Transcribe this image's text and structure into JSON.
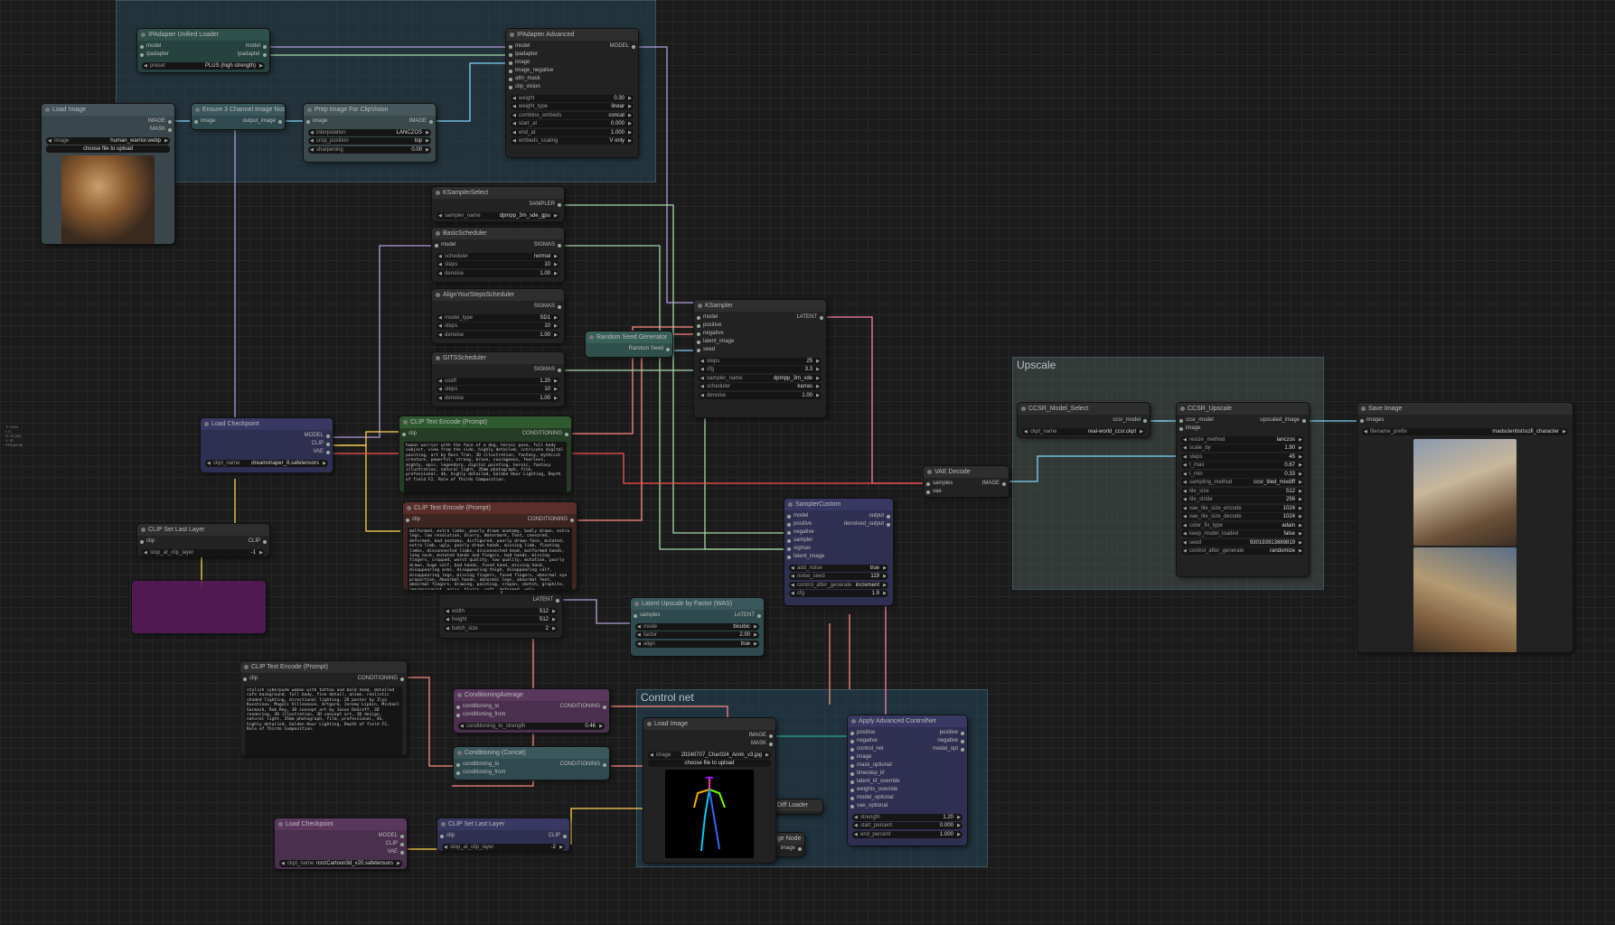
{
  "hud": [
    "T: 0.00s",
    "I: 0",
    "N: 33 [33]",
    "V: 97",
    "FPS:62.50"
  ],
  "groups": {
    "upscale": "Upscale",
    "controlnet": "Control net"
  },
  "nodes": {
    "ipadapter_loader": {
      "title": "IPAdapter Unified Loader",
      "in": [
        "model",
        "ipadapter"
      ],
      "out": [
        "model",
        "ipadapter"
      ],
      "preset_label": "preset",
      "preset": "PLUS (high strength)"
    },
    "ipadapter_adv": {
      "title": "IPAdapter Advanced",
      "in": [
        "model",
        "ipadapter",
        "image",
        "image_negative",
        "attn_mask",
        "clip_vision"
      ],
      "out": [
        "MODEL"
      ],
      "widgets": [
        {
          "k": "weight",
          "v": "0.30"
        },
        {
          "k": "weight_type",
          "v": "linear"
        },
        {
          "k": "combine_embeds",
          "v": "concat"
        },
        {
          "k": "start_at",
          "v": "0.000"
        },
        {
          "k": "end_at",
          "v": "1.000"
        },
        {
          "k": "embeds_scaling",
          "v": "V only"
        }
      ]
    },
    "load_image": {
      "title": "Load Image",
      "out": [
        "IMAGE",
        "MASK"
      ],
      "image_label": "image",
      "image": "human_warrior.webp",
      "upload": "choose file to upload"
    },
    "ensure3": {
      "title": "Ensure 3 Channel Image Node",
      "in": [
        "image"
      ],
      "out": [
        "output_image"
      ]
    },
    "prep_clip": {
      "title": "Prep Image For ClipVision",
      "in": [
        "image"
      ],
      "out": [
        "IMAGE"
      ],
      "widgets": [
        {
          "k": "interpolation",
          "v": "LANCZOS"
        },
        {
          "k": "crop_position",
          "v": "top"
        },
        {
          "k": "sharpening",
          "v": "0.00"
        }
      ]
    },
    "ksampler_select": {
      "title": "KSamplerSelect",
      "out": [
        "SAMPLER"
      ],
      "widgets": [
        {
          "k": "sampler_name",
          "v": "dpmpp_3m_sde_gpu"
        }
      ]
    },
    "basic_sched": {
      "title": "BasicScheduler",
      "in": [
        "model"
      ],
      "out": [
        "SIGMAS"
      ],
      "widgets": [
        {
          "k": "scheduler",
          "v": "normal"
        },
        {
          "k": "steps",
          "v": "10"
        },
        {
          "k": "denoise",
          "v": "1.00"
        }
      ]
    },
    "ays": {
      "title": "AlignYourStepsScheduler",
      "out": [
        "SIGMAS"
      ],
      "widgets": [
        {
          "k": "model_type",
          "v": "SD1"
        },
        {
          "k": "steps",
          "v": "10"
        },
        {
          "k": "denoise",
          "v": "1.00"
        }
      ]
    },
    "gits": {
      "title": "GITSScheduler",
      "out": [
        "SIGMAS"
      ],
      "widgets": [
        {
          "k": "coeff",
          "v": "1.20"
        },
        {
          "k": "steps",
          "v": "10"
        },
        {
          "k": "denoise",
          "v": "1.00"
        }
      ]
    },
    "ksampler": {
      "title": "KSampler",
      "in": [
        "model",
        "positive",
        "negative",
        "latent_image",
        "seed"
      ],
      "out": [
        "LATENT"
      ],
      "widgets": [
        {
          "k": "steps",
          "v": "25"
        },
        {
          "k": "cfg",
          "v": "3.3"
        },
        {
          "k": "sampler_name",
          "v": "dpmpp_3m_sde"
        },
        {
          "k": "scheduler",
          "v": "karras"
        },
        {
          "k": "denoise",
          "v": "1.00"
        }
      ]
    },
    "random_seed": {
      "title": "Random Seed Generator",
      "out": [
        "Random Seed"
      ]
    },
    "load_ckpt": {
      "title": "Load Checkpoint",
      "out": [
        "MODEL",
        "CLIP",
        "VAE"
      ],
      "widgets": [
        {
          "k": "ckpt_name",
          "v": "dreamshaper_8.safetensors"
        }
      ]
    },
    "clip_pos": {
      "title": "CLIP Text Encode (Prompt)",
      "in": [
        "clip"
      ],
      "out": [
        "CONDITIONING"
      ],
      "text": "human warrior with the face of a dog, heroic pose, full body subject, view from the side, highly detailed, intricate digital painting, art by Ross Tran, 3D illustration, fantasy, mythical creature, powerful, strong, brave, courageous, fearless, mighty, epic, legendary, digital painting, heroic, fantasy illustration, natural light, 35mm photograph, film, professional, 4k, highly detailed, Golden Hour Lighting, Depth of field F2, Rule of Thirds Composition."
    },
    "clip_neg": {
      "title": "CLIP Text Encode (Prompt)",
      "in": [
        "clip"
      ],
      "out": [
        "CONDITIONING"
      ],
      "text": "malformed, extra limbs, poorly drawn anatomy, badly drawn, extra legs, low resolution, blurry, Watermark, Text, censored, deformed, bad anatomy, disfigured, poorly drawn face, mutated, extra limb, ugly, poorly drawn hands, missing limb, floating limbs, disconnected limbs, disconnected head, malformed hands, long neck, mutated hands and fingers, bad hands, missing fingers, cropped, worst quality, low quality, mutation, poorly drawn, huge calf, bad hands, fused hand, missing hand, disappearing arms, disappearing thigh, disappearing calf, disappearing legs, missing fingers, fused fingers, abnormal eye proportion, Abnormal hands, abnormal legs, abnormal feet, abnormal fingers, drawing, painting, crayon, sketch, graphite, impressionist, noisy, blurry, soft, deformed, ugly"
    },
    "clip_set1": {
      "title": "CLIP Set Last Layer",
      "in": [
        "clip"
      ],
      "out": [
        "CLIP"
      ],
      "widgets": [
        {
          "k": "stop_at_clip_layer",
          "v": "-1"
        }
      ]
    },
    "latent": {
      "title": "",
      "out": [
        "LATENT"
      ],
      "widgets": [
        {
          "k": "width",
          "v": "512"
        },
        {
          "k": "height",
          "v": "512"
        },
        {
          "k": "batch_size",
          "v": "2"
        }
      ]
    },
    "latent_upscale": {
      "title": "Latent Upscale by Factor (WAS)",
      "in": [
        "samples"
      ],
      "out": [
        "LATENT"
      ],
      "widgets": [
        {
          "k": "mode",
          "v": "bicubic"
        },
        {
          "k": "factor",
          "v": "2.00"
        },
        {
          "k": "align",
          "v": "true"
        }
      ]
    },
    "sampler_custom": {
      "title": "SamplerCustom",
      "in": [
        "model",
        "positive",
        "negative",
        "sampler",
        "sigmas",
        "latent_image"
      ],
      "out": [
        "output",
        "denoised_output"
      ],
      "widgets": [
        {
          "k": "add_noise",
          "v": "true"
        },
        {
          "k": "noise_seed",
          "v": "119"
        },
        {
          "k": "control_after_generate",
          "v": "increment"
        },
        {
          "k": "cfg",
          "v": "1.9"
        }
      ]
    },
    "vae_decode": {
      "title": "VAE Decode",
      "in": [
        "samples",
        "vae"
      ],
      "out": [
        "IMAGE"
      ]
    },
    "ccsr_select": {
      "title": "CCSR_Model_Select",
      "out": [
        "ccsr_model"
      ],
      "widgets": [
        {
          "k": "ckpt_name",
          "v": "real-world_ccsr.ckpt"
        }
      ]
    },
    "ccsr_upscale": {
      "title": "CCSR_Upscale",
      "in": [
        "ccsr_model",
        "image"
      ],
      "out": [
        "upscaled_image"
      ],
      "widgets": [
        {
          "k": "resize_method",
          "v": "lanczos"
        },
        {
          "k": "scale_by",
          "v": "1.90"
        },
        {
          "k": "steps",
          "v": "45"
        },
        {
          "k": "t_max",
          "v": "0.67"
        },
        {
          "k": "t_min",
          "v": "0.33"
        },
        {
          "k": "sampling_method",
          "v": "ccsr_tiled_mixdiff"
        },
        {
          "k": "tile_size",
          "v": "512"
        },
        {
          "k": "tile_stride",
          "v": "256"
        },
        {
          "k": "vae_tile_size_encode",
          "v": "1024"
        },
        {
          "k": "vae_tile_size_decode",
          "v": "1024"
        },
        {
          "k": "color_fix_type",
          "v": "adain"
        },
        {
          "k": "keep_model_loaded",
          "v": "false"
        },
        {
          "k": "seed",
          "v": "930193913889819"
        },
        {
          "k": "control_after_generate",
          "v": "randomize"
        }
      ]
    },
    "save_image": {
      "title": "Save Image",
      "in": [
        "images"
      ],
      "widgets": [
        {
          "k": "filename_prefix",
          "v": "madscientist/scifi_character"
        }
      ]
    },
    "clip_text3": {
      "title": "CLIP Text Encode (Prompt)",
      "in": [
        "clip"
      ],
      "out": [
        "CONDITIONING"
      ],
      "text": "stylish cyberpunk woman with tattoo and bald head, detailed cafe background, full body, fine detail, anime, realistic shaded lighting, directional lighting, 2D poster by Ilya Kuvshinov, Magali Villeneuve, Artgerm, Jeremy Lipkin, Michael Garmash, Rob Rey, 3D concept art by Jason DeGraff, 3D rendering, 3D illustration, 3D concept art, 3D design, natural light, 35mm photograph, film, professional, 4k, highly detailed, Golden Hour Lighting, Depth of field F2, Rule of Thirds Composition."
    },
    "cond_avg": {
      "title": "ConditioningAverage",
      "in": [
        "conditioning_to",
        "conditioning_from"
      ],
      "out": [
        "CONDITIONING"
      ],
      "widgets": [
        {
          "k": "conditioning_to_strength",
          "v": "0.46"
        }
      ]
    },
    "cond_concat": {
      "title": "Conditioning (Concat)",
      "in": [
        "conditioning_to",
        "conditioning_from"
      ],
      "out": [
        "CONDITIONING"
      ]
    },
    "load_ckpt2": {
      "title": "Load Checkpoint",
      "out": [
        "MODEL",
        "CLIP",
        "VAE"
      ],
      "widgets": [
        {
          "k": "ckpt_name",
          "v": "rcnzCartoon3d_v20.safetensors"
        }
      ]
    },
    "clip_set2": {
      "title": "CLIP Set Last Layer",
      "in": [
        "clip"
      ],
      "out": [
        "CLIP"
      ],
      "widgets": [
        {
          "k": "stop_at_clip_layer",
          "v": "-2"
        }
      ]
    },
    "load_image2": {
      "title": "Load Image",
      "out": [
        "IMAGE",
        "MASK"
      ],
      "image_label": "image",
      "image": "20240707_Char024_Anim_v3.jpg",
      "upload": "choose file to upload"
    },
    "apply_cn": {
      "title": "Apply Advanced ControlNet",
      "in": [
        "positive",
        "negative",
        "control_net",
        "image",
        "mask_optional",
        "timestep_kf",
        "latent_kf_override",
        "weights_override",
        "model_optional",
        "vae_optional"
      ],
      "out": [
        "positive",
        "negative",
        "model_opt"
      ],
      "widgets": [
        {
          "k": "strength",
          "v": "1.20"
        },
        {
          "k": "start_percent",
          "v": "0.000"
        },
        {
          "k": "end_percent",
          "v": "1.000"
        }
      ]
    },
    "hidden_cn_loader": {
      "title": "Diff Loader"
    },
    "hidden_ge_node": {
      "title": "ge Node",
      "slot": "image"
    }
  }
}
